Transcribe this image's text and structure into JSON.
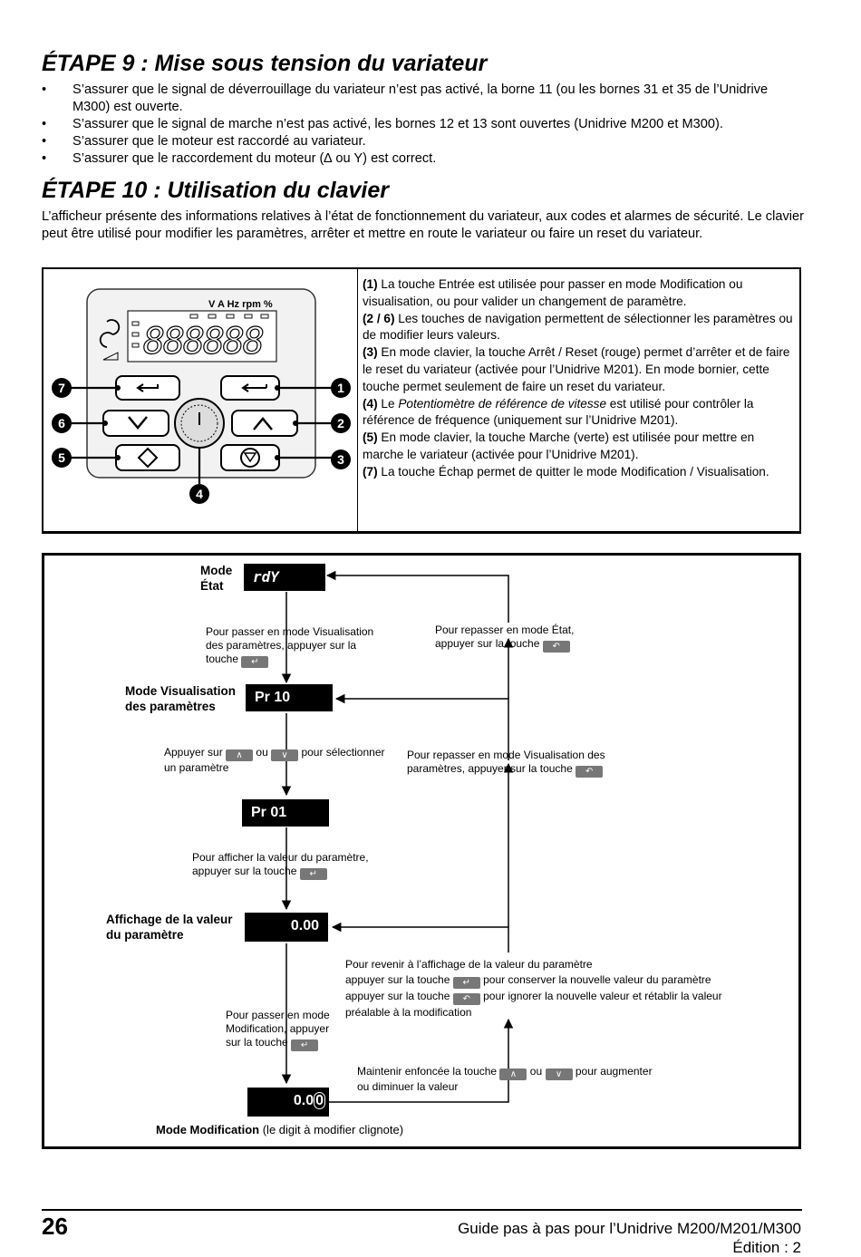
{
  "step9": {
    "title": "ÉTAPE 9 :  Mise sous tension du variateur",
    "bullets": [
      "S’assurer que le signal de déverrouillage du variateur n’est pas activé, la borne 11 (ou les bornes 31 et 35 de l’Unidrive M300) est ouverte.",
      "S’assurer que le signal de marche n’est pas activé, les bornes 12 et 13 sont ouvertes (Unidrive M200 et M300).",
      "S’assurer que le moteur est raccordé au variateur.",
      "S’assurer que le raccordement du moteur (∆ ou Y) est correct."
    ]
  },
  "step10": {
    "title": "ÉTAPE 10 :  Utilisation du clavier",
    "intro": "L’afficheur présente des informations relatives à l’état de fonctionnement du variateur, aux codes et alarmes de sécurité. Le clavier peut être utilisé pour modifier les paramètres, arrêter et mettre en route le variateur ou faire un reset du variateur."
  },
  "keypad": {
    "units_label": "V A Hz rpm %",
    "display_digits": "888888",
    "callouts": [
      "1",
      "2",
      "3",
      "4",
      "5",
      "6",
      "7"
    ],
    "descriptions": [
      {
        "num": "(1)",
        "text": " La touche Entrée est utilisée pour passer en mode Modification ou visualisation, ou pour valider un changement de paramètre."
      },
      {
        "num": "(2 / 6)",
        "text": " Les touches de navigation permettent de sélectionner les paramètres ou de modifier leurs valeurs."
      },
      {
        "num": "(3)",
        "text": " En mode clavier, la touche Arrêt / Reset (rouge) permet d’arrêter et de faire le reset du variateur (activée pour l’Unidrive M201). En mode bornier, cette touche permet seulement de faire un reset du variateur."
      },
      {
        "num": "(4)",
        "pre": " Le ",
        "em": "Potentiomètre de référence de vitesse",
        "text": " est utilisé pour contrôler la référence de fréquence (uniquement sur l’Unidrive M201)."
      },
      {
        "num": "(5)",
        "text": " En mode clavier, la touche Marche (verte) est utilisée pour mettre en marche le variateur (activée pour l’Unidrive M201)."
      },
      {
        "num": "(7)",
        "text": " La touche Échap permet de quitter le mode Modification / Visualisation."
      }
    ]
  },
  "flow": {
    "mode_etat": "Mode\nÉtat",
    "rdy": "rdY",
    "mode_visu": "Mode Visualisation\ndes paramètres",
    "pr10": "Pr 10",
    "pr01": "Pr 01",
    "mode_valeur": "Affichage de la valeur\ndu paramètre",
    "val": "0.00",
    "val_mod_a": "0.0",
    "val_mod_b": "0",
    "mode_mod_bold": "Mode Modification",
    "mode_mod_rest": " (le digit à modifier clignote)",
    "t1": "Pour passer en mode Visualisation\ndes paramètres, appuyer sur la\ntouche",
    "t2a": "Appuyer sur",
    "t2b": "ou",
    "t2c": "pour sélectionner",
    "t2d": "un paramètre",
    "t3": "Pour afficher la valeur du paramètre,\nappuyer sur la touche",
    "t4": "Pour passer en mode\nModification, appuyer\nsur la touche",
    "t5": "Pour repasser en mode État,\nappuyer sur la touche",
    "t6": "Pour repasser en mode Visualisation des\nparamètres, appuyer sur la touche",
    "t7a": "Pour revenir à l’affichage de la valeur du paramètre",
    "t7b": "appuyer sur la touche",
    "t7c": "pour conserver la nouvelle valeur du paramètre",
    "t7d": "appuyer sur la touche",
    "t7e": "pour ignorer la nouvelle valeur et rétablir la valeur",
    "t7f": "préalable à la modification",
    "t8a": "Maintenir enfoncée la touche",
    "t8b": "ou",
    "t8c": "pour augmenter",
    "t8d": "ou diminuer la valeur"
  },
  "footer": {
    "page": "26",
    "guide": "Guide pas à pas pour l’Unidrive M200/M201/M300",
    "edition": "Édition : 2"
  }
}
